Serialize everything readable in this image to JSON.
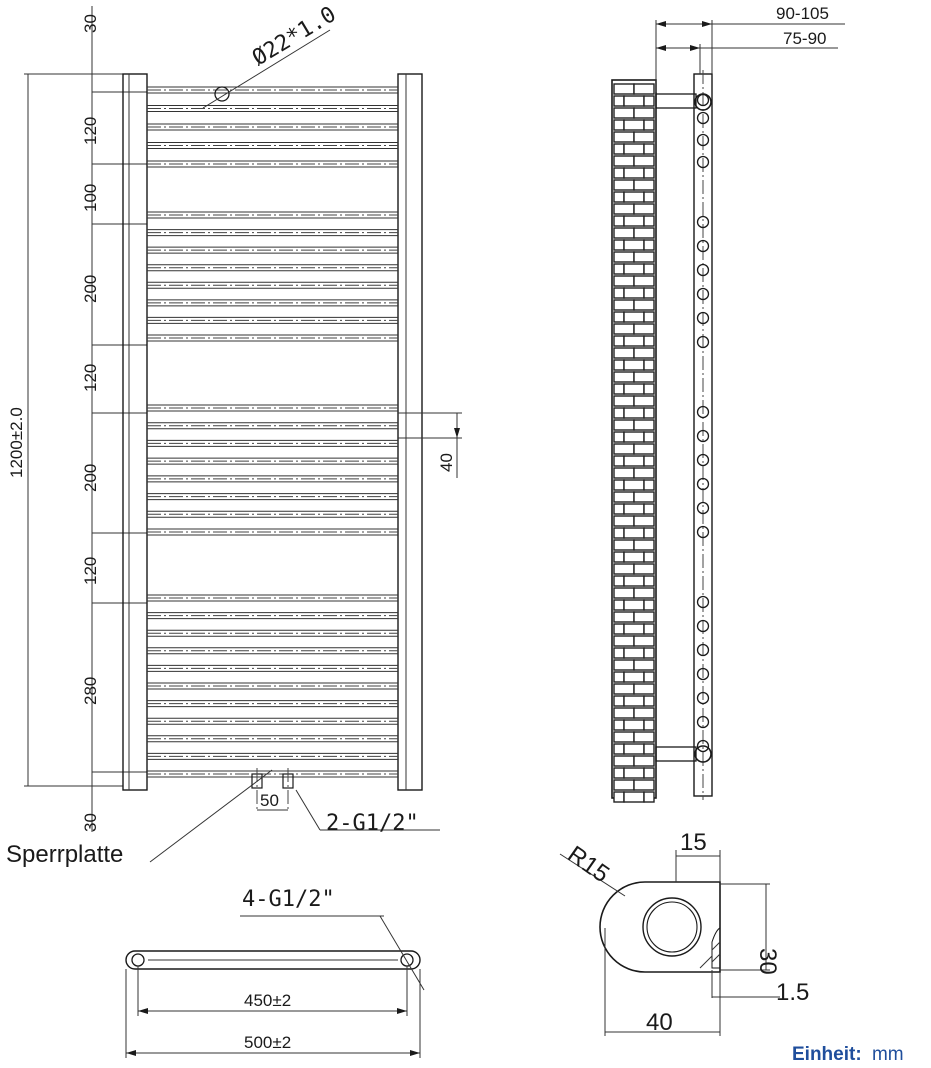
{
  "front_view": {
    "dim_top_offset": "30",
    "dim_bottom_offset": "30",
    "dim_total_height": "1200±2.0",
    "section_dims": [
      "120",
      "100",
      "200",
      "120",
      "200",
      "120",
      "280"
    ],
    "dim_center_offset": "40",
    "tube_diameter": "Ø22*1.0",
    "connection_spacing": "50",
    "connection_thread": "2-G1/2\"",
    "blind_plate_label": "Sperrplatte"
  },
  "side_view": {
    "wall_distance_outer": "90-105",
    "wall_distance_inner": "75-90"
  },
  "top_view": {
    "thread_label": "4-G1/2\"",
    "center_distance": "450±2",
    "total_width": "500±2"
  },
  "profile_detail": {
    "radius": "R15",
    "width_top": "15",
    "height": "30",
    "wall_thickness": "1.5",
    "width_bottom": "40"
  },
  "unit_label": {
    "prefix": "Einheit:",
    "value": "mm",
    "color": "#1f4e9c"
  }
}
